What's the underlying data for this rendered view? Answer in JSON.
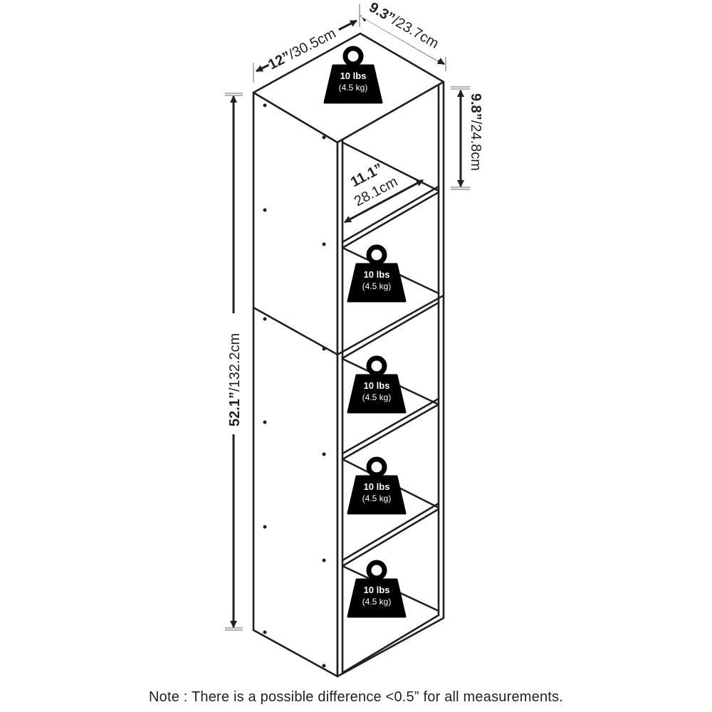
{
  "dimensions": {
    "depth": {
      "in": "12”",
      "cm": "/30.5cm"
    },
    "width": {
      "in": "9.3”",
      "cm": "/23.7cm"
    },
    "height": {
      "in": "52.1”",
      "cm": "/132.2cm"
    },
    "compartment_height": {
      "in": "9.8”",
      "cm": "/24.8cm"
    },
    "inner_depth": {
      "in": "11.1”",
      "cm": "28.1cm"
    }
  },
  "weight_capacity": {
    "lbs": "10 lbs",
    "kg": "(4.5 kg)",
    "icon": "weight-icon"
  },
  "note": "Note : There is a possible difference <0.5” for all measurements.",
  "colors": {
    "line": "#231f20",
    "background": "#ffffff"
  }
}
